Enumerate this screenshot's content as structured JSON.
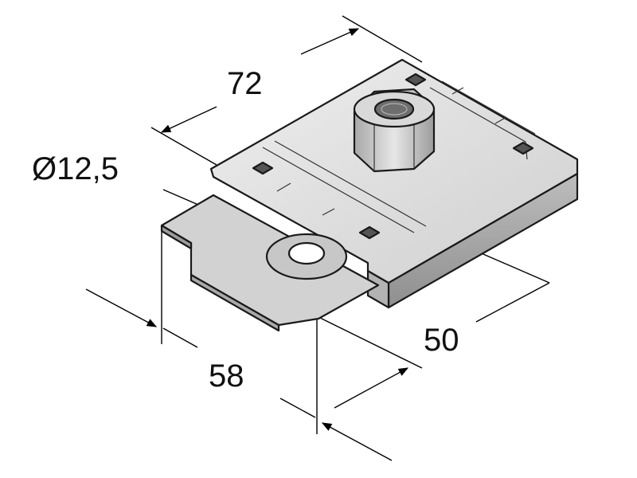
{
  "diagram": {
    "dimensions": {
      "hole_diameter": "Ø12,5",
      "length": "72",
      "width": "58",
      "height": "50"
    }
  },
  "colors": {
    "metal_light": "#e4e4e4",
    "metal_mid": "#c9c9c9",
    "metal_dark": "#9a9a9a",
    "outline": "#1a1a1a",
    "background": "#ffffff"
  }
}
